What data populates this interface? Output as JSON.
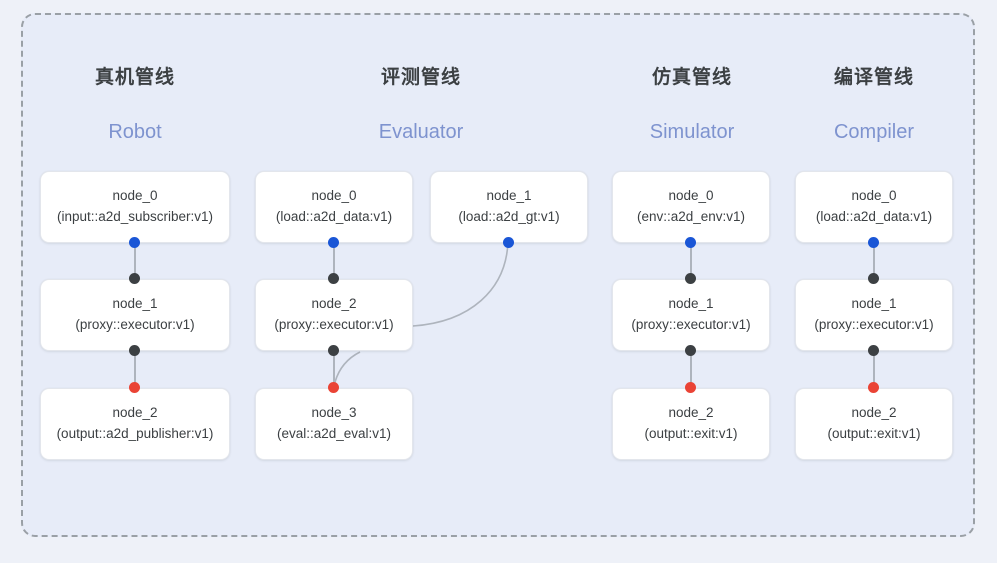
{
  "frame": {
    "border_style": "dashed",
    "border_color": "#9aa0a6",
    "panel_color": "#e7ecf8",
    "page_background": "#eef1f8"
  },
  "palette": {
    "dot_blue": "#1a56d6",
    "dot_dark": "#3c4043",
    "dot_red": "#ea4335",
    "connector": "#aeb4bd",
    "subtitle_blue": "#7e93cf",
    "text": "#3c4043",
    "card_background": "#ffffff",
    "card_border": "#e3e6ec"
  },
  "columns": [
    {
      "key": "robot",
      "title": "真机管线",
      "subtitle": "Robot",
      "nodes": [
        {
          "id": "node_0",
          "type": "(input::a2d_subscriber:v1)"
        },
        {
          "id": "node_1",
          "type": "(proxy::executor:v1)"
        },
        {
          "id": "node_2",
          "type": "(output::a2d_publisher:v1)"
        }
      ]
    },
    {
      "key": "evaluator",
      "title": "评测管线",
      "subtitle": "Evaluator",
      "nodes": [
        {
          "id": "node_0",
          "type": "(load::a2d_data:v1)"
        },
        {
          "id": "node_1",
          "type": "(load::a2d_gt:v1)"
        },
        {
          "id": "node_2",
          "type": "(proxy::executor:v1)"
        },
        {
          "id": "node_3",
          "type": "(eval::a2d_eval:v1)"
        }
      ]
    },
    {
      "key": "simulator",
      "title": "仿真管线",
      "subtitle": "Simulator",
      "nodes": [
        {
          "id": "node_0",
          "type": "(env::a2d_env:v1)"
        },
        {
          "id": "node_1",
          "type": "(proxy::executor:v1)"
        },
        {
          "id": "node_2",
          "type": "(output::exit:v1)"
        }
      ]
    },
    {
      "key": "compiler",
      "title": "编译管线",
      "subtitle": "Compiler",
      "nodes": [
        {
          "id": "node_0",
          "type": "(load::a2d_data:v1)"
        },
        {
          "id": "node_1",
          "type": "(proxy::executor:v1)"
        },
        {
          "id": "node_2",
          "type": "(output::exit:v1)"
        }
      ]
    }
  ]
}
